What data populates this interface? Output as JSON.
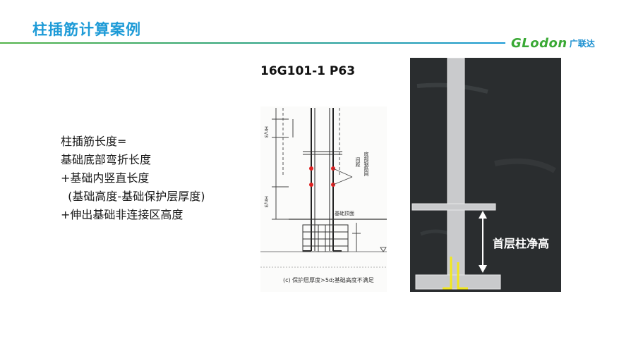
{
  "header": {
    "title": "柱插筋计算案例",
    "logo_latin": "GLodon",
    "logo_cn": "广联达"
  },
  "formula": {
    "lines": [
      "柱插筋长度=",
      "基础底部弯折长度",
      "+基础内竖直长度",
      "  (基础高度-基础保护层厚度)",
      "+伸出基础非连接区高度"
    ]
  },
  "reference": {
    "label": "16G101-1  P63",
    "drawing_caption": "(c) 保护层厚度>5d;基础高度不满足",
    "drawing_side_text": "基础顶面",
    "drawing_anno_1": "间距",
    "drawing_anno_2": "底部钢筋网",
    "drawing_top_labels": [
      "Hn/3",
      "Hn/3"
    ]
  },
  "photo": {
    "label": "首层柱净高",
    "colors": {
      "background": "#2a2d2f",
      "concrete": "#c9cacc",
      "rebar": "#f2e81e",
      "arrow": "#ffffff"
    }
  }
}
